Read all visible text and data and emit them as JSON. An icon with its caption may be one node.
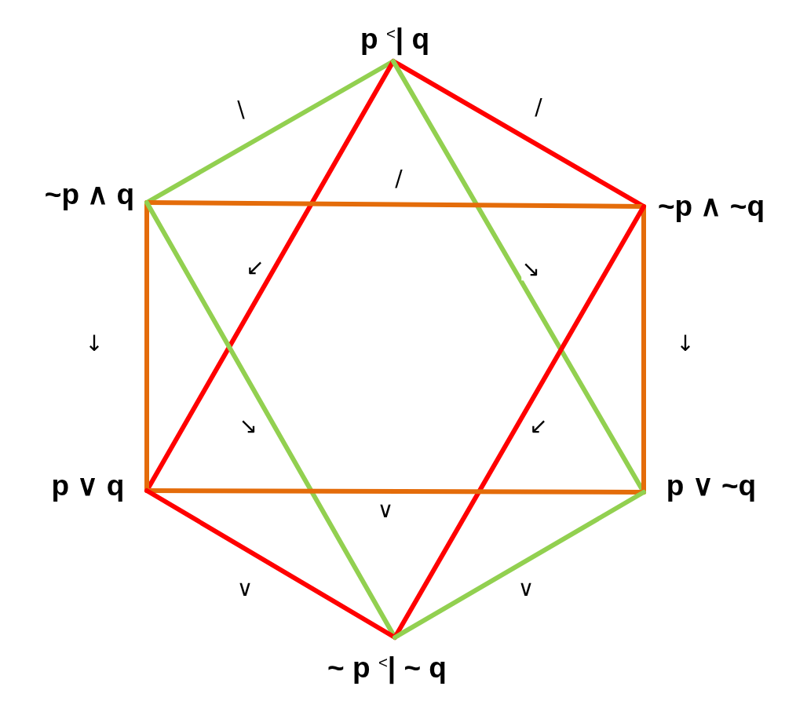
{
  "diagram": {
    "nodes": [
      {
        "text": [
          "p $^{<}$| q"
        ]
      },
      {
        "text": [
          "~p ∧ q"
        ]
      },
      {
        "text": [
          "~p ∧ ~q"
        ]
      },
      {
        "text": [
          "p ∨ q"
        ]
      },
      {
        "text": [
          "p ∨ ~q"
        ]
      },
      {
        "text": [
          "~ p $^{<}$| ~ q"
        ]
      }
    ],
    "edges": [
      {
        "from": 0,
        "to": 1,
        "arrow": "none",
        "label": "\\",
        "color": "#92d050"
      },
      {
        "from": 0,
        "to": 2,
        "arrow": "none",
        "label": "/",
        "color": "#ff0000"
      },
      {
        "from": 0,
        "to": 3,
        "arrow": "none",
        "label": "↙",
        "color": "#ff0000"
      },
      {
        "from": 0,
        "to": 4,
        "arrow": "none",
        "label": "↘",
        "color": "#92d050"
      },
      {
        "from": 1,
        "to": 2,
        "arrow": "none",
        "label": "/",
        "color": "#e46c0a"
      },
      {
        "from": 1,
        "to": 3,
        "arrow": "none",
        "label": "↓",
        "color": "#e46c0a"
      },
      {
        "from": 2,
        "to": 4,
        "arrow": "none",
        "label": "↓",
        "color": "#e46c0a"
      },
      {
        "from": 1,
        "to": 5,
        "arrow": "none",
        "label": "↘",
        "color": "#92d050"
      },
      {
        "from": 2,
        "to": 5,
        "arrow": "none",
        "label": "↙",
        "color": "#ff0000"
      },
      {
        "from": 3,
        "to": 4,
        "arrow": "none",
        "label": "∨",
        "color": "#e46c0a"
      },
      {
        "from": 3,
        "to": 5,
        "arrow": "none",
        "label": "∨",
        "color": "#ff0000"
      },
      {
        "from": 4,
        "to": 5,
        "arrow": "none",
        "label": "∨",
        "color": "#92d050"
      }
    ]
  }
}
